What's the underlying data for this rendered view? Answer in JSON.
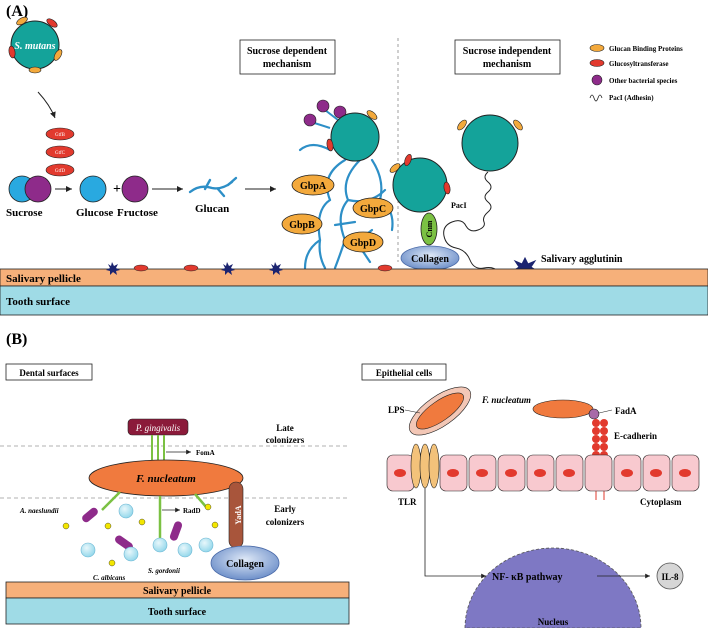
{
  "panel_a": {
    "label": "(A)",
    "s_mutans": "S. mutans",
    "gtf_labels": [
      "GtfB",
      "GtfC",
      "GtfD"
    ],
    "sucrose": "Sucrose",
    "glucose": "Glucose",
    "plus": "+",
    "fructose": "Fructose",
    "glucan": "Glucan",
    "box_dependent_line1": "Sucrose dependent",
    "box_dependent_line2": "mechanism",
    "box_independent_line1": "Sucrose independent",
    "box_independent_line2": "mechanism",
    "gbps": [
      "GbpA",
      "GbpB",
      "GbpC",
      "GbpD"
    ],
    "cnm": "Cnm",
    "collagen": "Collagen",
    "pac1": "PacI",
    "salivary_agglutinin": "Salivary agglutinin",
    "salivary_pellicle": "Salivary pellicle",
    "tooth_surface": "Tooth surface",
    "legend": [
      {
        "label": "Glucan Binding Proteins",
        "symbol": "orange-ellipse",
        "color": "#f3a93c"
      },
      {
        "label": "Glucosyltransferase",
        "symbol": "red-ellipse",
        "color": "#e23a2e"
      },
      {
        "label": "Other bacterial species",
        "symbol": "purple-circle",
        "color": "#8e2b8a"
      },
      {
        "label": "PacI (Adhesin)",
        "symbol": "squiggle",
        "color": "#222222"
      }
    ]
  },
  "panel_b": {
    "label": "(B)",
    "dental_title": "Dental surfaces",
    "epithelial_title": "Epithelial cells",
    "p_gingivalis": "P. gingivalis",
    "late_line1": "Late",
    "late_line2": "colonizers",
    "foma": "FomA",
    "f_nucleatum": "F. nucleatum",
    "early_line1": "Early",
    "early_line2": "colonizers",
    "a_naeslundii": "A. naeslundii",
    "radd": "RadD",
    "yada": "YadA",
    "s_gordonii": "S. gordonii",
    "c_albicans": "C. albicans",
    "collagen": "Collagen",
    "salivary_pellicle": "Salivary pellicle",
    "tooth_surface": "Tooth surface",
    "lps": "LPS",
    "f_nucleatum_epi": "F. nucleatum",
    "fada": "FadA",
    "e_cadherin": "E-cadherin",
    "tlr": "TLR",
    "cytoplasm": "Cytoplasm",
    "nfkb": "NF- κB pathway",
    "il8": "IL-8",
    "nucleus": "Nucleus"
  },
  "colors": {
    "teal": "#14a39a",
    "orange": "#f3a93c",
    "red": "#e23a2e",
    "purple": "#8e2b8a",
    "glucan_blue": "#2d8fc7",
    "pellicle": "#f6b07a",
    "tooth": "#9fdbe6",
    "f_nuc": "#f07a3e",
    "p_ging": "#8b1a3a",
    "nucleus": "#7e78c4",
    "epithelial": "#f8c9cf"
  }
}
